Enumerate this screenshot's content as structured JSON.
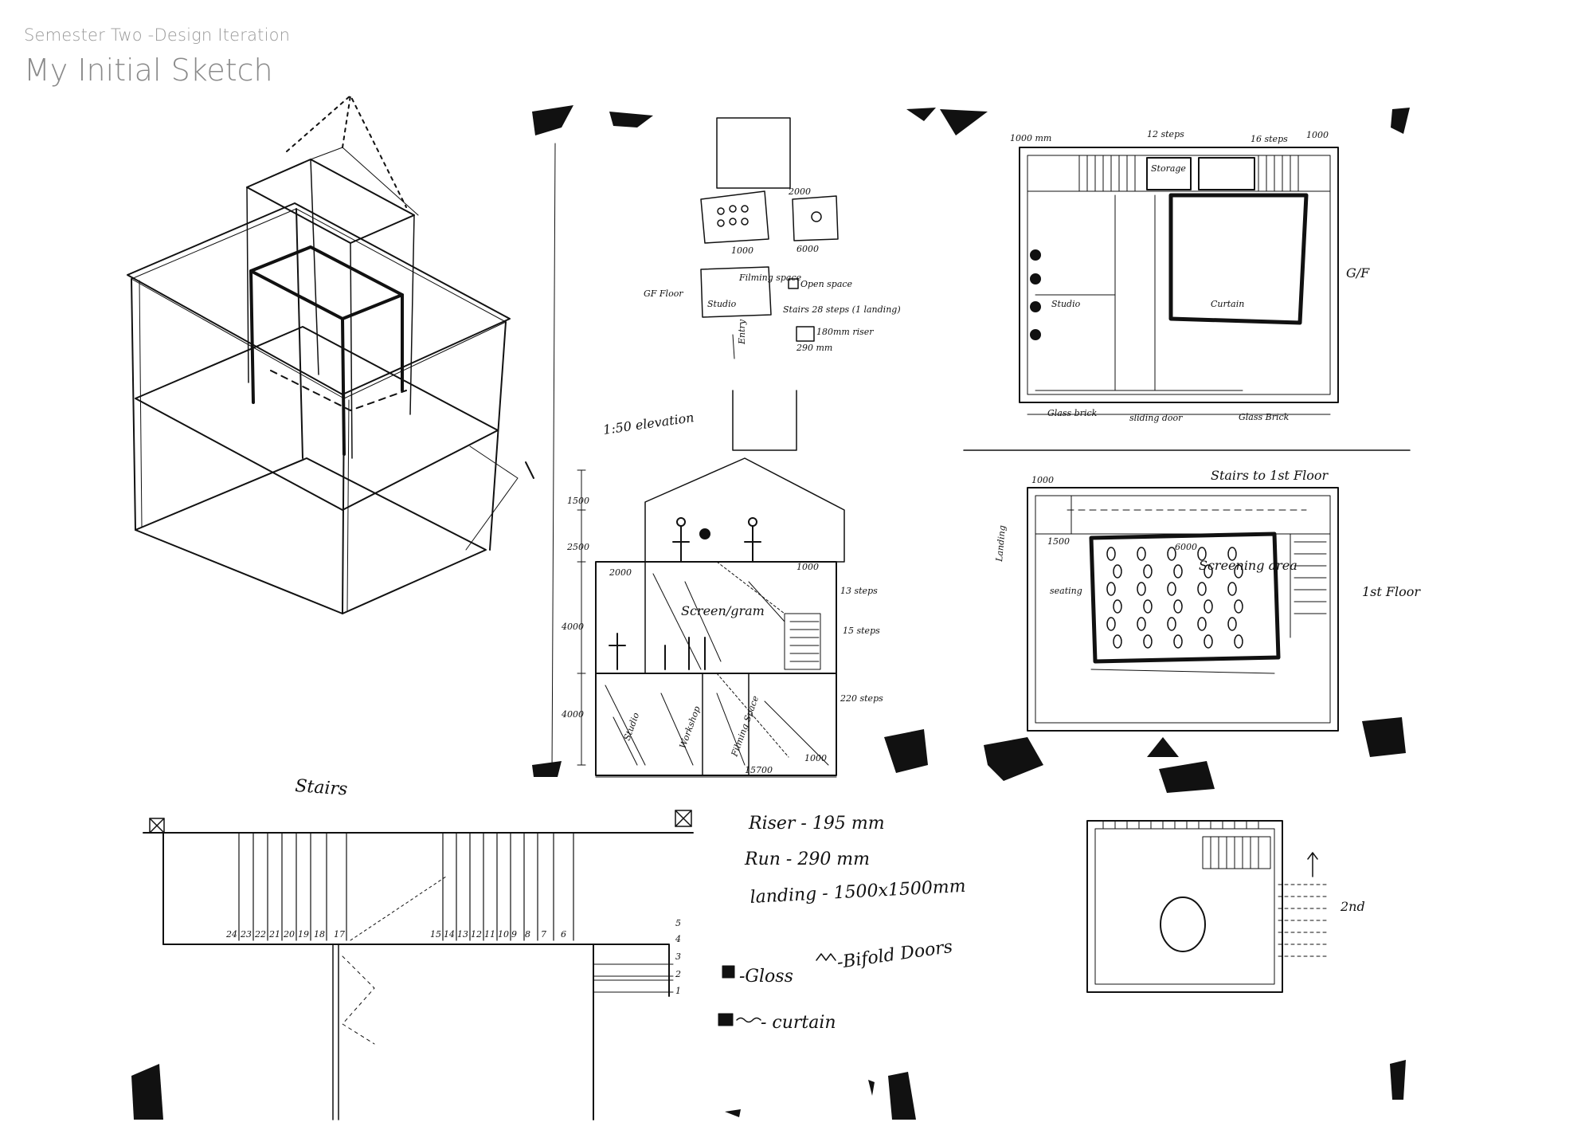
{
  "header": {
    "subtitle": "Semester Two -Design Iteration",
    "title": "My Initial Sketch"
  },
  "explode": {
    "dims": [
      "1000",
      "2000",
      "6000"
    ],
    "notes": [
      "GF Floor",
      "Open space",
      "Stairs 28 steps (1 landing)",
      "180mm riser",
      "290 mm",
      "Entry",
      "Studio",
      "Filming space"
    ]
  },
  "elevation": {
    "title": "1:50 elevation",
    "dims_left": [
      "1500",
      "2500",
      "4000",
      "4000"
    ],
    "dims_top": [
      "2000",
      "1000"
    ],
    "dims_right": [
      "13 steps",
      "15 steps",
      "220 steps",
      "1000"
    ],
    "dims_bottom": "15700",
    "rooms": [
      "Screen/gram",
      "Studio",
      "Workshop",
      "Filming Space"
    ]
  },
  "gf_plan": {
    "top_labels": [
      "1000 mm",
      "12 steps",
      "16 steps",
      "1000"
    ],
    "storage": "Storage",
    "room": "Studio",
    "curtain": "Curtain",
    "floor": "G/F",
    "bottom_labels": [
      "Glass brick",
      "sliding door",
      "Glass Brick"
    ]
  },
  "first_plan": {
    "top_label": "Stairs to 1st Floor",
    "side_label": "Landing",
    "dims": [
      "1000",
      "1500",
      "6000"
    ],
    "seating": "seating",
    "screening": "Screening area",
    "floor": "1st Floor"
  },
  "second_plan": {
    "floor": "2nd"
  },
  "stairs": {
    "title": "Stairs",
    "numbers_top": [
      "24",
      "23",
      "22",
      "21",
      "20",
      "19",
      "18",
      "17",
      "15",
      "14",
      "13",
      "12",
      "11",
      "10",
      "9",
      "8",
      "7",
      "6"
    ],
    "numbers_side": [
      "5",
      "4",
      "3",
      "2",
      "1"
    ],
    "riser": "Riser - 195 mm",
    "run": "Run - 290 mm",
    "landing": "landing - 1500x1500mm"
  },
  "legend": {
    "glass": "-Gloss",
    "bifold": "-Bifold Doors",
    "curtain": "- curtain"
  }
}
